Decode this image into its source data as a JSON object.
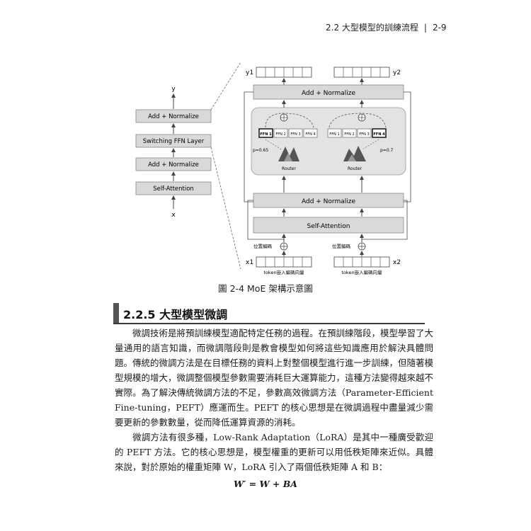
{
  "header": {
    "section": "2.2 大型模型的訓練流程",
    "separator": "|",
    "page": "2-9"
  },
  "figure": {
    "left_stack": {
      "y": "y",
      "x": "x",
      "blocks": [
        "Add + Normalize",
        "Switching FFN Layer",
        "Add + Normalize",
        "Self-Attention"
      ]
    },
    "right": {
      "y1": "y1",
      "y2": "y2",
      "x1": "x1",
      "x2": "x2",
      "top_norm": "Add + Normalize",
      "mid_norm": "Add + Normalize",
      "self_attention": "Self-Attention",
      "ffn_left": [
        "FFN 1",
        "FFN 2",
        "FFN 3",
        "FFN 4"
      ],
      "ffn_right": [
        "FFN 1",
        "FFN 2",
        "FFN 3",
        "FFN 4"
      ],
      "p_left": "p=0.65",
      "p_right": "p=0.7",
      "router": "Router",
      "pos_enc": "位置編碼",
      "token_emb": "token嵌入編碼向量"
    }
  },
  "caption": "圖 2-4  MoE 架構示意圖",
  "section_title": "2.2.5  大型模型微調",
  "paragraph1": "微調技術是將預訓練模型適配特定任務的過程。在預訓練階段，模型學習了大量通用的語言知識，而微調階段則是教會模型如何將這些知識應用於解決具體問題。傳統的微調方法是在目標任務的資料上對整個模型進行進一步訓練，但隨著模型規模的增大，微調整個模型參數需要消耗巨大運算能力，這種方法變得越來越不實際。為了解決傳統微調方法的不足，參數高效微調方法（Parameter-Efficient Fine-tuning，PEFT）應運而生。PEFT 的核心思想是在微調過程中盡量減少需要更新的參數數量，從而降低運算資源的消耗。",
  "paragraph2": "微調方法有很多種，Low-Rank Adaptation（LoRA）是其中一種廣受歡迎的 PEFT 方法。它的核心思想是，模型權重的更新可以用低秩矩陣來近似。具體來說，對於原始的權重矩陣 W，LoRA 引入了兩個低秩矩陣 A 和 B：",
  "formula": "W′ = W + BA"
}
